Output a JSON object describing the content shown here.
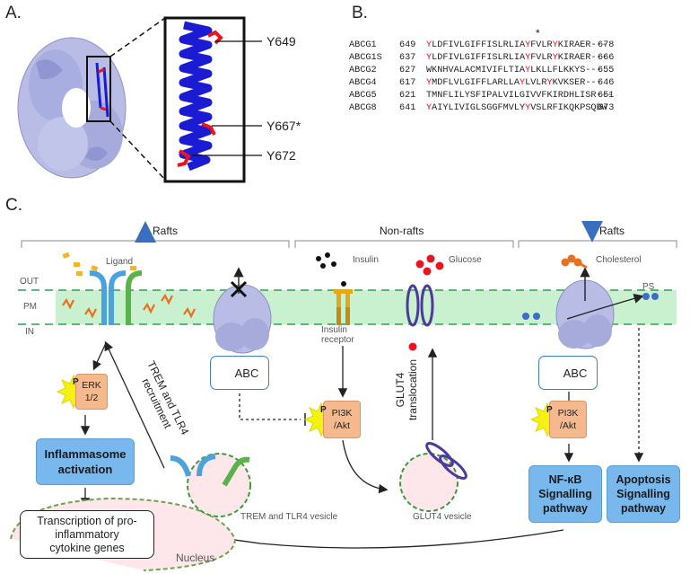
{
  "panels": {
    "a": "A.",
    "b": "B.",
    "c": "C."
  },
  "panel_a": {
    "labels": [
      "Y649",
      "Y667*",
      "Y672"
    ]
  },
  "panel_b": {
    "star": "*",
    "rows": [
      {
        "name": "ABCG1",
        "start": "649",
        "seq": [
          "Y",
          "LDFIVLGIFFISLRLIA",
          "Y",
          "FVLR",
          "Y",
          "KIRAER---"
        ],
        "end": "678"
      },
      {
        "name": "ABCG1S",
        "start": "637",
        "seq": [
          "Y",
          "LDFIVLGIFFISLRLIA",
          "Y",
          "FVLR",
          "Y",
          "KIRAER---"
        ],
        "end": "666"
      },
      {
        "name": "ABCG2",
        "start": "627",
        "seq": [
          "",
          "WKNHVALACMIVIFLTIA",
          "Y",
          "LKLLFLKKYS---",
          ""
        ],
        "end": "655"
      },
      {
        "name": "ABCG4",
        "start": "617",
        "seq": [
          "Y",
          "MDFLVLGIFFLARLLA",
          "Y",
          "LVLR",
          "Y",
          "KVKSER---"
        ],
        "end": "646"
      },
      {
        "name": "ABCG5",
        "start": "621",
        "seq": [
          "",
          "TMNFLILYSFIPALVILGIVVFKIRDHLISR---",
          "",
          "",
          ""
        ],
        "end": "651"
      },
      {
        "name": "ABCG8",
        "start": "641",
        "seq": [
          "Y",
          "AIYLIVIGLSGGFMVLY",
          "Y",
          "VSLRFIKQKPSQDW",
          "",
          ""
        ],
        "end": "673"
      }
    ]
  },
  "panel_c": {
    "regions": {
      "left": "Rafts",
      "middle": "Non-rafts",
      "right": "Rafts"
    },
    "membrane": {
      "out": "OUT",
      "pm": "PM",
      "in": "IN"
    },
    "ligand": "Ligand",
    "insulin": "Insulin",
    "insulin_receptor": "Insulin\nreceptor",
    "glucose": "Glucose",
    "cholesterol": "Cholesterol",
    "ps": "PS",
    "p": "P",
    "erk": "ERK\n1/2",
    "inflammasome": "Inflammasome\nactivation",
    "trem_recruit": "TREM and TLR4\nrecruitment",
    "abc_down": "ABC",
    "abc_up": "ABC",
    "pi3k_mid": "PI3K\n/Akt",
    "pi3k_right": "PI3K\n/Akt",
    "glut4_translocation": "GLUT4\ntranslocation",
    "trem_vesicle": "TREM and TLR4 vesicle",
    "glut4_vesicle": "GLUT4 vesicle",
    "nfkb": "NF-κB\nSignalling\npathway",
    "apoptosis": "Apoptosis\nSignalling\npathway",
    "transcription": "Transcription of pro-\ninflammatory\ncytokine genes",
    "nucleus": "Nucleus"
  },
  "colors": {
    "membrane": "#c9f0cf",
    "membrane_line": "#2fa24a",
    "arrow_blue": "#3a6fbf",
    "red": "#e8141e"
  }
}
